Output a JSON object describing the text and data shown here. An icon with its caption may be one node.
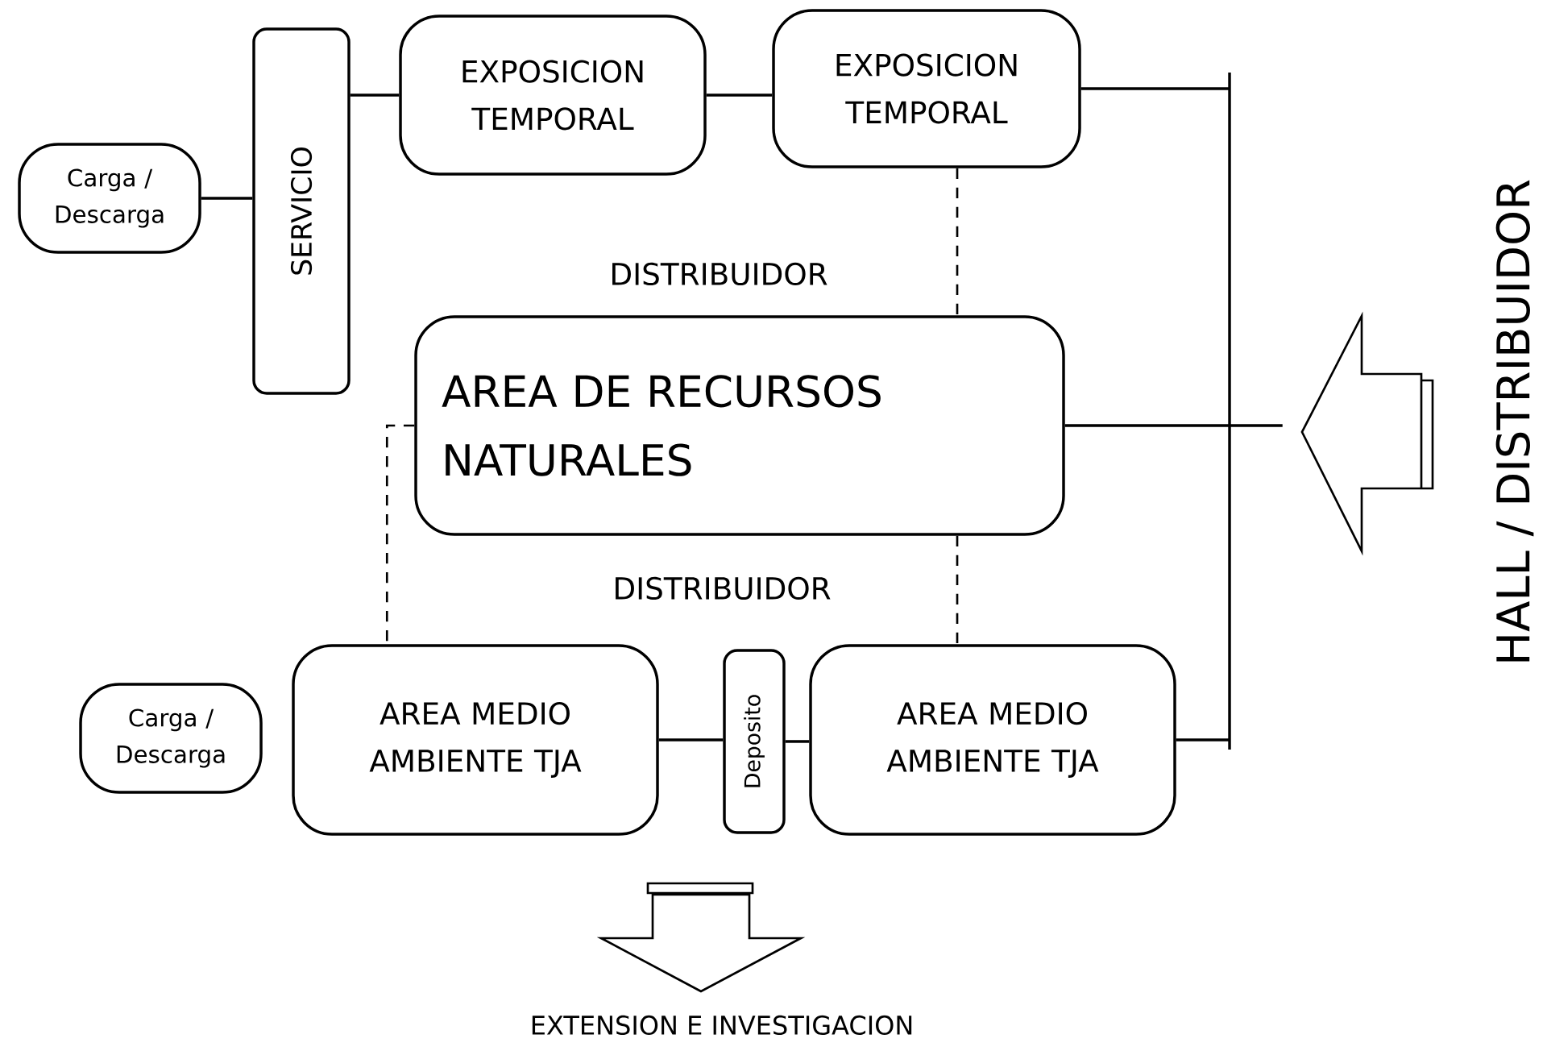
{
  "diagram": {
    "nodes": [
      {
        "text": [
          "Carga / Descarga"
        ]
      },
      {
        "text": [
          "SERVICIO"
        ]
      },
      {
        "text": [
          "EXPOSICION TEMPORAL"
        ]
      },
      {
        "text": [
          "EXPOSICION TEMPORAL"
        ]
      },
      {
        "text": [
          "AREA DE RECURSOS NATURALES"
        ]
      },
      {
        "text": [
          "Carga / Descarga"
        ]
      },
      {
        "text": [
          "AREA MEDIO AMBIENTE TJA"
        ]
      },
      {
        "text": [
          "Deposito"
        ]
      },
      {
        "text": [
          "AREA MEDIO AMBIENTE TJA"
        ]
      },
      {
        "text": [],
        "shape": "bar"
      }
    ],
    "edges": [
      {
        "from": 0,
        "to": 1,
        "arrow": "none"
      },
      {
        "from": 1,
        "to": 2,
        "arrow": "none"
      },
      {
        "from": 2,
        "to": 3,
        "arrow": "none"
      },
      {
        "from": 3,
        "to": 9,
        "arrow": "none"
      },
      {
        "from": 3,
        "to": 4,
        "arrow": "none",
        "style": "dashed"
      },
      {
        "from": 4,
        "to": 6,
        "arrow": "none",
        "style": "dashed"
      },
      {
        "from": 4,
        "to": 8,
        "arrow": "none",
        "style": "dashed"
      },
      {
        "from": 6,
        "to": 7,
        "arrow": "none"
      },
      {
        "from": 7,
        "to": 8,
        "arrow": "none"
      },
      {
        "from": 8,
        "to": 9,
        "arrow": "none"
      },
      {
        "from": 4,
        "to": null,
        "arrow": "none"
      }
    ],
    "labels": [
      "DISTRIBUIDOR",
      "DISTRIBUIDOR",
      "HALL / DISTRIBUIDOR",
      "EXTENSION E INVESTIGACION"
    ]
  }
}
